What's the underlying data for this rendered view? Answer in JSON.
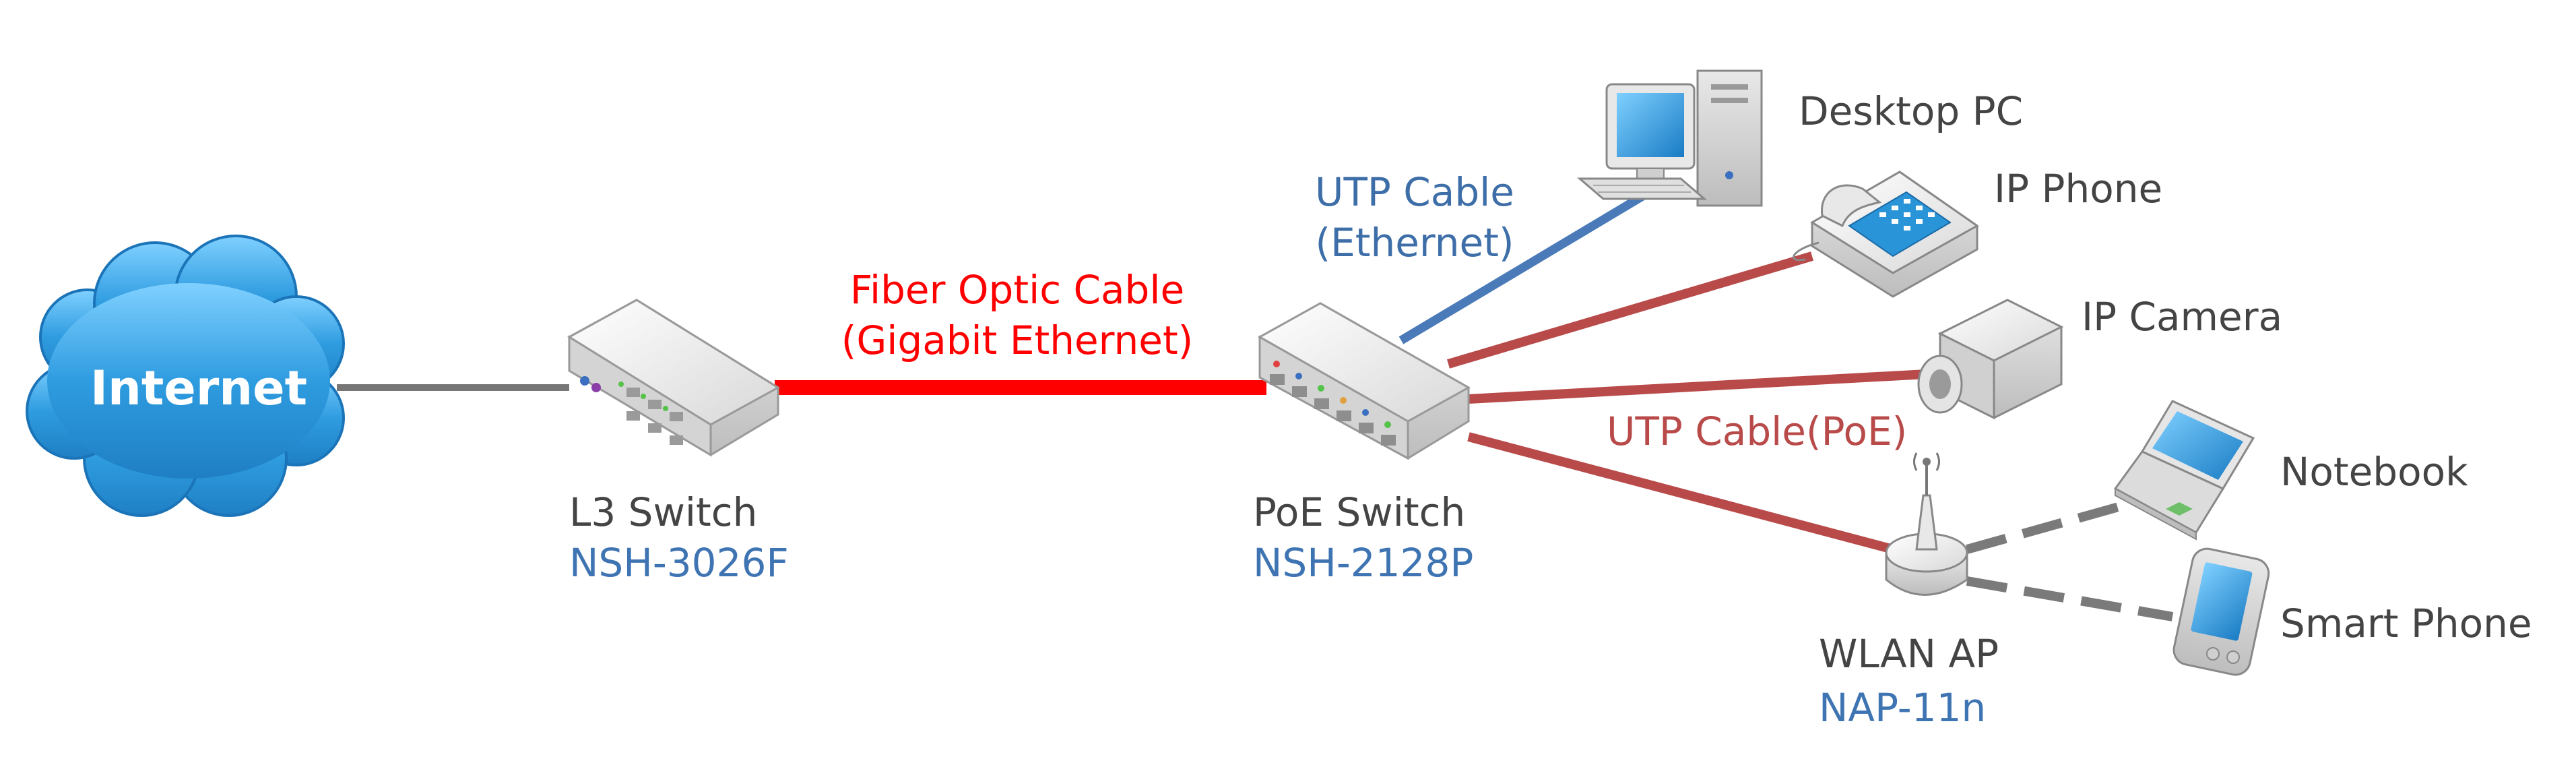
{
  "internet": {
    "label": "Internet"
  },
  "devices": {
    "l3_switch": {
      "name": "L3 Switch",
      "model": "NSH-3026F"
    },
    "poe_switch": {
      "name": "PoE Switch",
      "model": "NSH-2128P"
    },
    "wlan_ap": {
      "name": "WLAN AP",
      "model": "NAP-11n"
    },
    "desktop_pc": {
      "name": "Desktop PC"
    },
    "ip_phone": {
      "name": "IP Phone"
    },
    "ip_camera": {
      "name": "IP Camera"
    },
    "notebook": {
      "name": "Notebook"
    },
    "smart_phone": {
      "name": "Smart Phone"
    }
  },
  "cables": {
    "fiber": {
      "line1": "Fiber Optic Cable",
      "line2": "(Gigabit Ethernet)",
      "color": "#ff0000"
    },
    "utp": {
      "line1": "UTP Cable",
      "line2": "(Ethernet)",
      "color": "#4a7ab8"
    },
    "poe": {
      "label": "UTP Cable(PoE)",
      "color": "#b94a4a"
    },
    "uplink": {
      "color": "#777777"
    },
    "wireless": {
      "color": "#7a7a7a"
    }
  },
  "colors": {
    "cloud": "#2f9ce0",
    "switch_body": "#e6e6e6",
    "screen": "#2a94d8"
  }
}
